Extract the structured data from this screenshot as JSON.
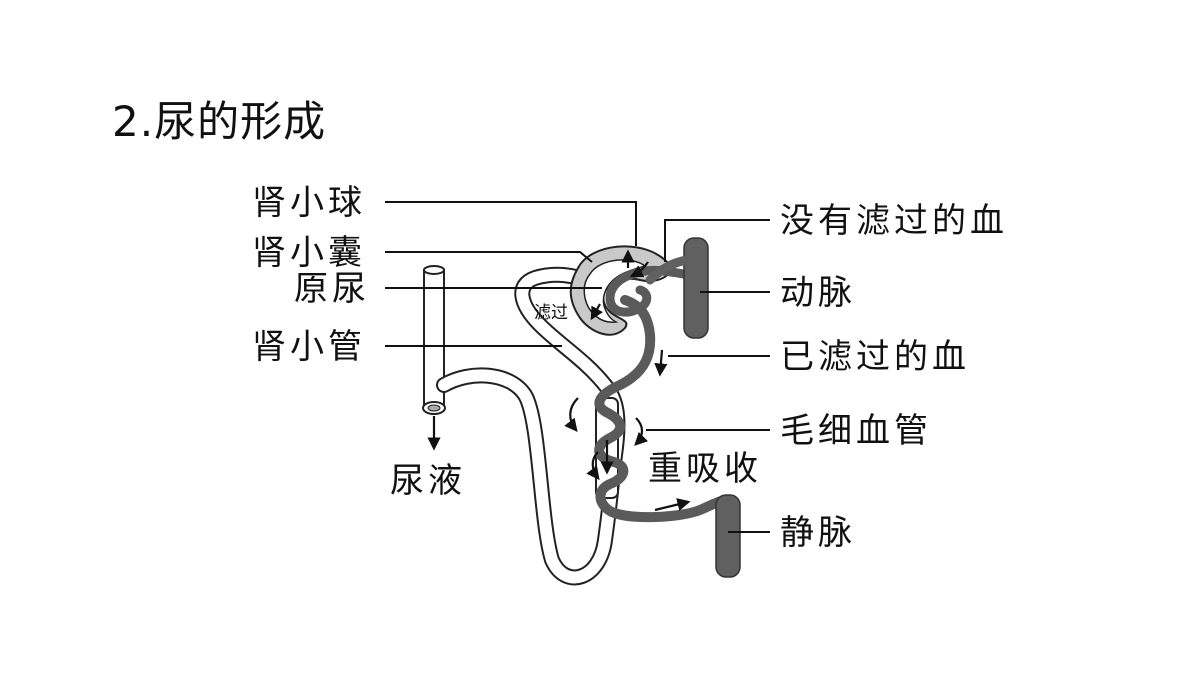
{
  "title": "2.尿的形成",
  "labels": {
    "glomerulus": "肾小球",
    "bowman_capsule": "肾小囊",
    "primary_urine": "原尿",
    "renal_tubule": "肾小管",
    "urine": "尿液",
    "unfiltered_blood": "没有滤过的血",
    "artery": "动脉",
    "filtered_blood": "已滤过的血",
    "capillary": "毛细血管",
    "reabsorption": "重吸收",
    "vein": "静脉",
    "filtration": "滤过"
  },
  "colors": {
    "vessel": "#606060",
    "vessel_dark": "#4a4a4a",
    "tubule_fill": "#ffffff",
    "capsule_fill": "#bdbdbd",
    "text": "#111111"
  }
}
